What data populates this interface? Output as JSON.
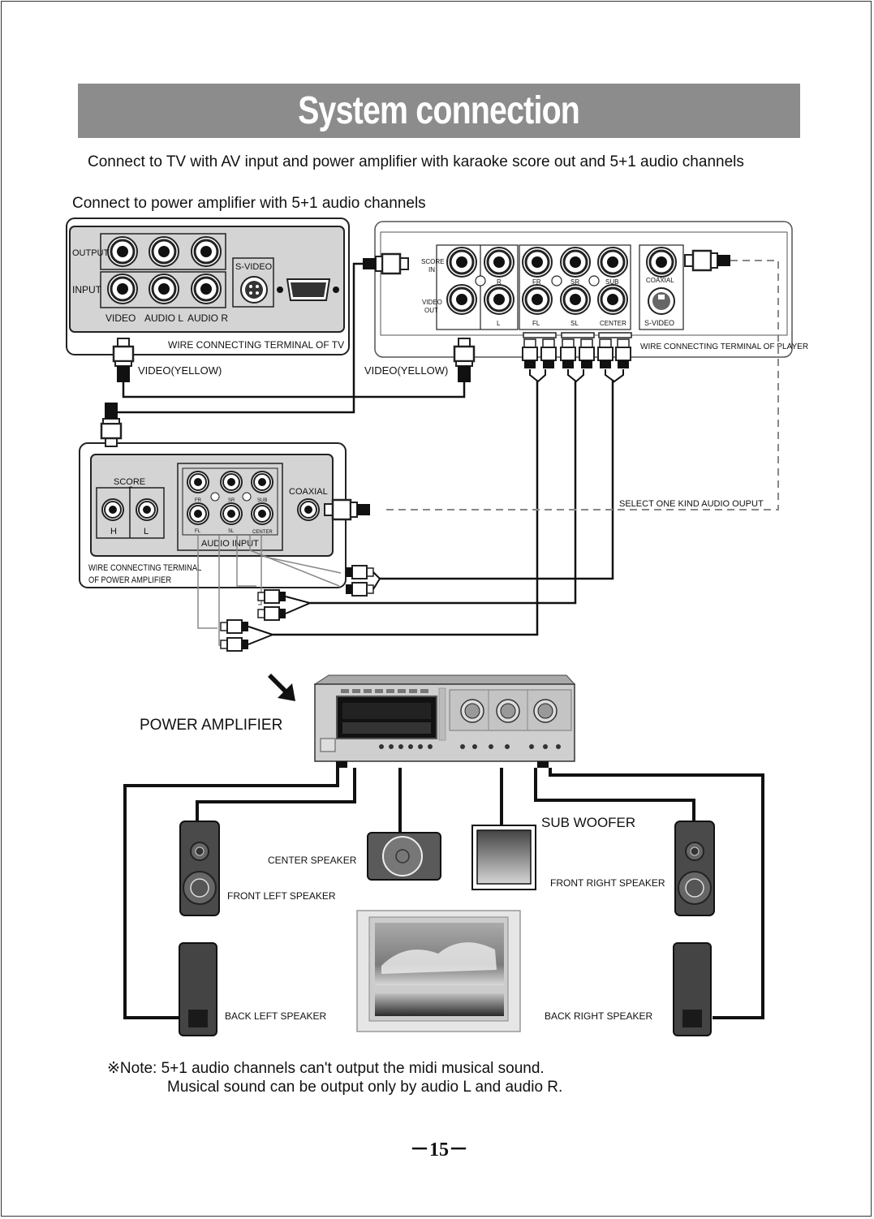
{
  "title": "System connection",
  "subtitle": "Connect to TV with AV input and power amplifier with karaoke score out and 5+1 audio channels",
  "section_title": "Connect to power amplifier with 5+1 audio channels",
  "tv_panel": {
    "output": "OUTPUT",
    "input": "INPUT",
    "svideo": "S-VIDEO",
    "video": "VIDEO",
    "audio_l": "AUDIO L",
    "audio_r": "AUDIO R",
    "caption": "WIRE CONNECTING TERMINAL OF TV",
    "cable": "VIDEO(YELLOW)"
  },
  "player_panel": {
    "score_in": [
      "SCORE",
      "IN"
    ],
    "video_out": [
      "VIDEO",
      "OUT"
    ],
    "r": "R",
    "l": "L",
    "fr": "FR",
    "sr": "SR",
    "sub": "SUB",
    "fl": "FL",
    "sl": "SL",
    "center": "CENTER",
    "coaxial": "COAXIAL",
    "svideo": "S-VIDEO",
    "caption": "WIRE CONNECTING TERMINAL OF PLAYER",
    "cable": "VIDEO(YELLOW)"
  },
  "amp_panel": {
    "score": "SCORE",
    "h": "H",
    "l": "L",
    "fr": "FR",
    "sr": "SR",
    "sub": "SUB",
    "fl": "FL",
    "sl": "SL",
    "center": "CENTER",
    "audio_input": "AUDIO INPUT",
    "coaxial": "COAXIAL",
    "caption1": "WIRE CONNECTING TERMINAL",
    "caption2": "OF POWER AMPLIFIER"
  },
  "select_audio": "SELECT ONE KIND AUDIO OUPUT",
  "power_amplifier": "POWER AMPLIFIER",
  "speakers": {
    "center": "CENTER SPEAKER",
    "sub": "SUB WOOFER",
    "front_left": "FRONT LEFT SPEAKER",
    "front_right": "FRONT RIGHT SPEAKER",
    "back_left": "BACK LEFT SPEAKER",
    "back_right": "BACK RIGHT SPEAKER"
  },
  "note": {
    "line1": "※Note: 5+1 audio channels can't output the midi musical sound.",
    "line2": "Musical sound can be output only by audio L and audio R."
  },
  "page_number": "－15－"
}
